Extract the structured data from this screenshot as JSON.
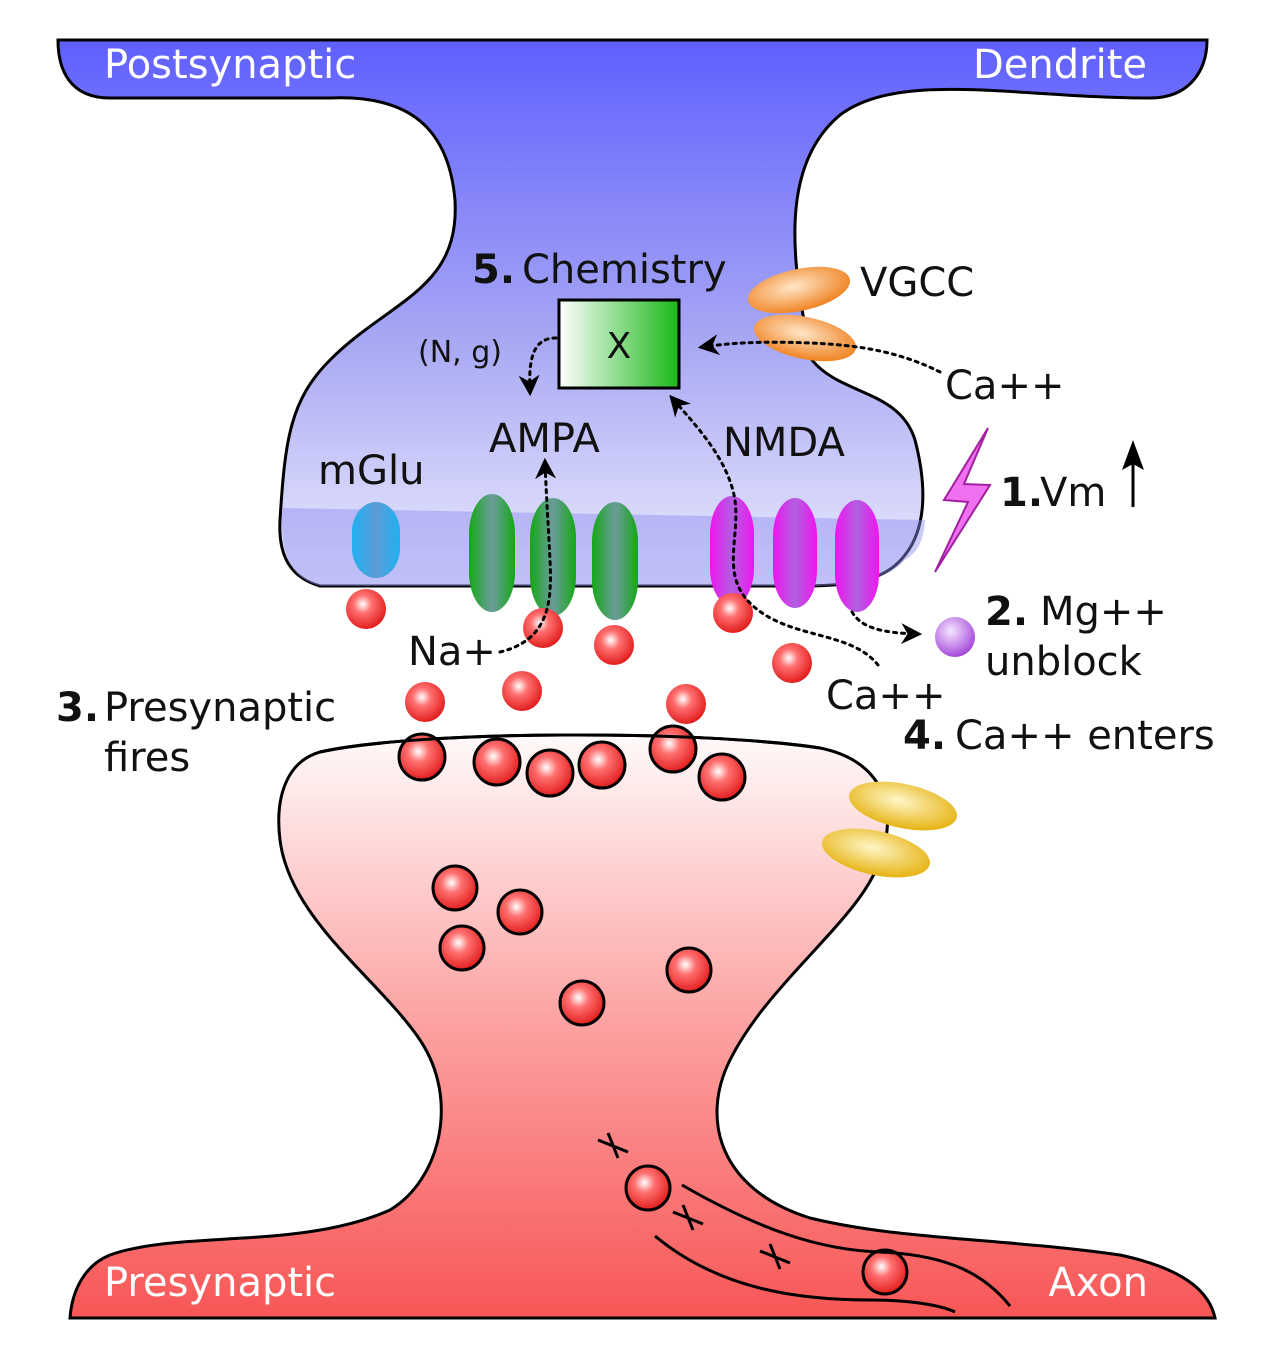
{
  "post": {
    "left_label": "Postsynaptic",
    "right_label": "Dendrite"
  },
  "pre": {
    "left_label": "Presynaptic",
    "right_label": "Axon"
  },
  "receptors": {
    "mglu": "mGlu",
    "ampa": "AMPA",
    "nmda": "NMDA",
    "vgcc": "VGCC"
  },
  "box": {
    "label": "X"
  },
  "labels": {
    "chemistry_num": "5.",
    "chemistry": "Chemistry",
    "ng": "(N, g)",
    "ca_top": "Ca++",
    "ca_bottom": "Ca++",
    "na": "Na+",
    "vm_num": "1.",
    "vm": "Vm",
    "mg_num": "2.",
    "mg": "Mg++",
    "unblock": "unblock",
    "pre_fires_num": "3.",
    "pre_fires_1": "Presynaptic",
    "pre_fires_2": "fires",
    "ca_enters_num": "4.",
    "ca_enters": "Ca++ enters"
  },
  "colors": {
    "post_top": "#6464ff",
    "post_bottom": "#e8e8ff",
    "pre_top": "#fff4f4",
    "pre_bottom": "#fa5a5a",
    "ampa": "#1fb41f",
    "nmda": "#f014f0",
    "mglu": "#2aa8e6",
    "vgcc": "#f08c28",
    "pre_channel": "#e8b820",
    "vesicle": "#ee2020",
    "mg": "#b050e0",
    "lightning": "#f060f0"
  }
}
